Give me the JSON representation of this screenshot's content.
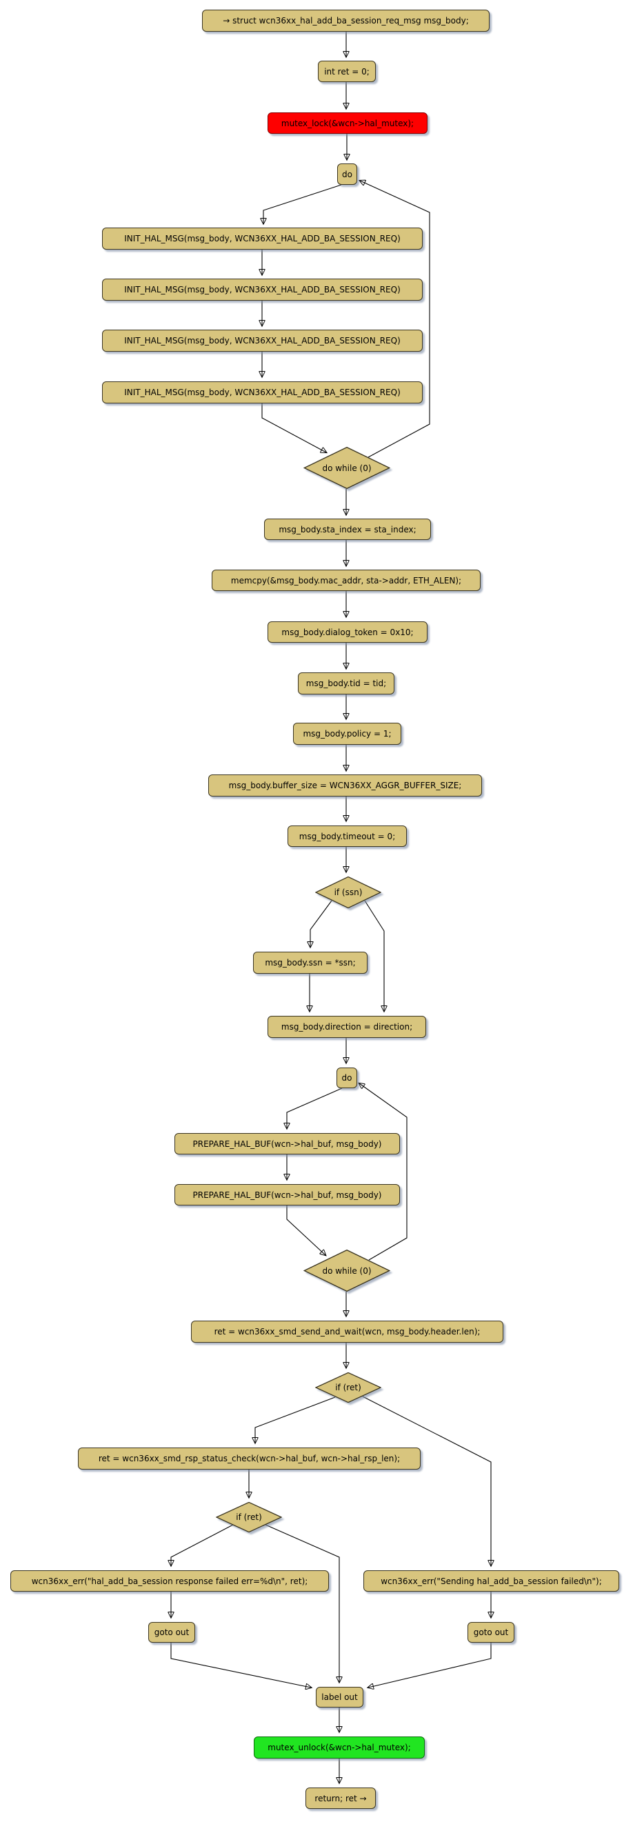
{
  "diagram": {
    "kind": "control-flow-graph",
    "nodes": {
      "start": {
        "label": "→ struct wcn36xx_hal_add_ba_session_req_msg msg_body;"
      },
      "int_ret": {
        "label": "int ret = 0;"
      },
      "mutex_lock": {
        "label": "mutex_lock(&wcn->hal_mutex);"
      },
      "do": {
        "label": "do"
      },
      "init_hal_msg": {
        "label": "INIT_HAL_MSG(msg_body, WCN36XX_HAL_ADD_BA_SESSION_REQ)"
      },
      "do_while": {
        "label": "do while (0)"
      },
      "sta_index": {
        "label": "msg_body.sta_index = sta_index;"
      },
      "memcpy": {
        "label": "memcpy(&msg_body.mac_addr, sta->addr, ETH_ALEN);"
      },
      "dialog_token": {
        "label": "msg_body.dialog_token = 0x10;"
      },
      "tid": {
        "label": "msg_body.tid = tid;"
      },
      "policy": {
        "label": "msg_body.policy = 1;"
      },
      "buffer_size": {
        "label": "msg_body.buffer_size = WCN36XX_AGGR_BUFFER_SIZE;"
      },
      "timeout": {
        "label": "msg_body.timeout = 0;"
      },
      "if_ssn": {
        "label": "if (ssn)"
      },
      "ssn": {
        "label": "msg_body.ssn = *ssn;"
      },
      "direction": {
        "label": "msg_body.direction = direction;"
      },
      "prepare_hal_buf": {
        "label": "PREPARE_HAL_BUF(wcn->hal_buf, msg_body)"
      },
      "send_wait": {
        "label": "ret = wcn36xx_smd_send_and_wait(wcn, msg_body.header.len);"
      },
      "if_ret": {
        "label": "if (ret)"
      },
      "status_check": {
        "label": "ret = wcn36xx_smd_rsp_status_check(wcn->hal_buf, wcn->hal_rsp_len);"
      },
      "err_response": {
        "label": "wcn36xx_err(\"hal_add_ba_session response failed err=%d\\n\", ret);"
      },
      "err_sending": {
        "label": "wcn36xx_err(\"Sending hal_add_ba_session failed\\n\");"
      },
      "goto_out": {
        "label": "goto out"
      },
      "label_out": {
        "label": "label out"
      },
      "mutex_unlock": {
        "label": "mutex_unlock(&wcn->hal_mutex);"
      },
      "return": {
        "label": "return; ret →"
      }
    },
    "colors": {
      "node_fill": "#d8c57e",
      "node_border": "#3a3420",
      "lock_fill": "#fe0000",
      "unlock_fill": "#21e521",
      "shadow": "#7d8ca5",
      "edge": "#000000",
      "background": "#ffffff"
    }
  }
}
